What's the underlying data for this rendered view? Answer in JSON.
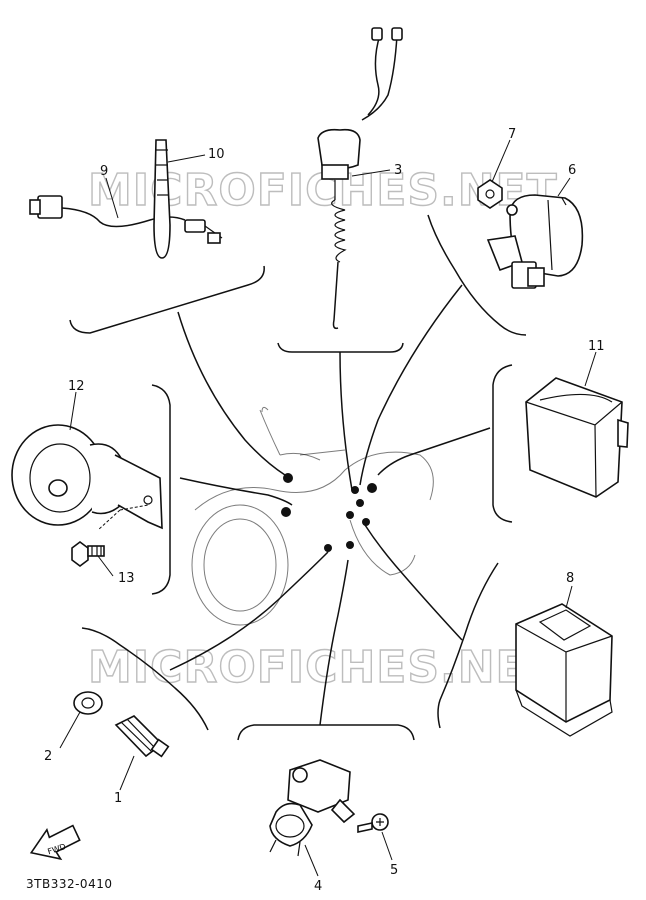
{
  "watermark": {
    "text": "MICROFICHES.NET",
    "color": "#bdbdbd"
  },
  "callouts": [
    {
      "id": "1",
      "label": "1"
    },
    {
      "id": "2",
      "label": "2"
    },
    {
      "id": "3",
      "label": "3"
    },
    {
      "id": "4",
      "label": "4"
    },
    {
      "id": "5",
      "label": "5"
    },
    {
      "id": "6",
      "label": "6"
    },
    {
      "id": "7",
      "label": "7"
    },
    {
      "id": "8",
      "label": "8"
    },
    {
      "id": "9",
      "label": "9"
    },
    {
      "id": "10",
      "label": "10"
    },
    {
      "id": "11",
      "label": "11"
    },
    {
      "id": "12",
      "label": "12"
    },
    {
      "id": "13",
      "label": "13"
    }
  ],
  "fwd_arrow": {
    "label": "FWD"
  },
  "diagram_code": "3TB332-0410"
}
